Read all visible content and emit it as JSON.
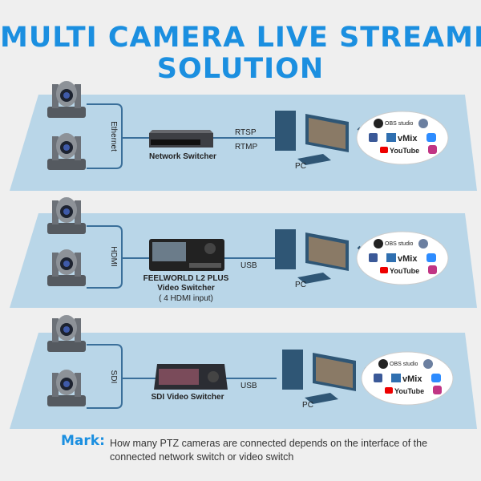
{
  "title_line1": "MULTI CAMERA LIVE STREAMING",
  "title_line2": "SOLUTION",
  "colors": {
    "title": "#1b8fe0",
    "panel": "#b9d6e8",
    "line": "#3a6f9a",
    "background": "#efefef"
  },
  "rows": [
    {
      "interface": "Ethernet",
      "device": "Network Switcher",
      "protocol": [
        "RTSP",
        "RTMP"
      ],
      "pc": "PC"
    },
    {
      "interface": "HDMI",
      "device": [
        "FEELWORLD L2 PLUS",
        "Video Switcher",
        "( 4 HDMI input)"
      ],
      "protocol": [
        "USB"
      ],
      "pc": "PC"
    },
    {
      "interface": "SDI",
      "device": "SDI Video Switcher",
      "protocol": [
        "USB"
      ],
      "pc": "PC"
    }
  ],
  "platforms": {
    "obs": "OBS studio",
    "vmix": "vMix",
    "youtube": "YouTube",
    "icons": [
      "obs-icon",
      "wirecast-icon",
      "facebook-icon",
      "vmix-icon",
      "zoom-icon",
      "youtube-icon",
      "instagram-icon"
    ]
  },
  "mark": {
    "label": "Mark:",
    "text": "How many PTZ cameras are connected depends on the interface of the connected network switch or video switch"
  }
}
